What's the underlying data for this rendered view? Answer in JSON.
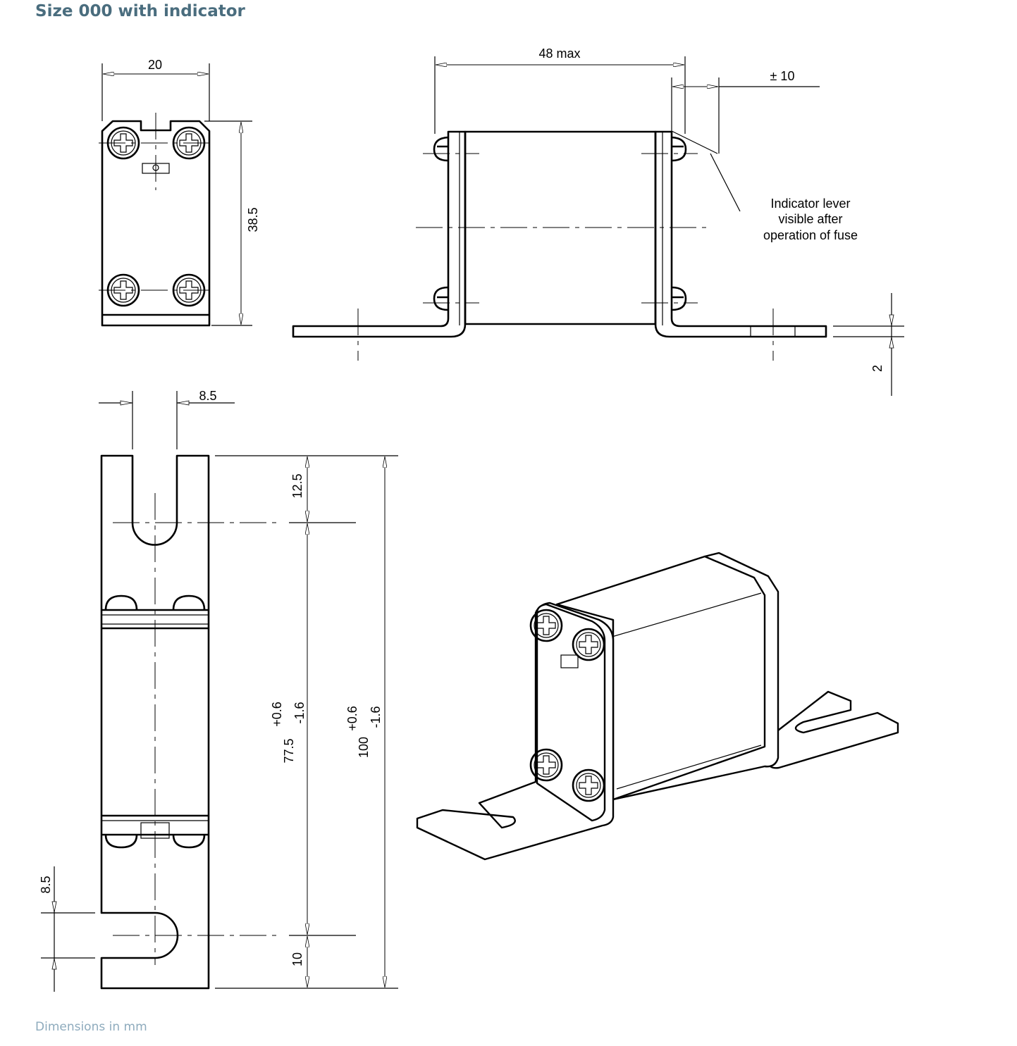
{
  "title": "Size 000 with indicator",
  "footer": "Dimensions in mm",
  "front_view": {
    "width_dim": "20",
    "height_dim": "38.5"
  },
  "side_view": {
    "length_dim": "48 max",
    "tolerance_dim": "± 10",
    "thickness_dim": "2",
    "indicator_note": [
      "Indicator lever",
      "visible after",
      "operation of fuse"
    ]
  },
  "top_view": {
    "slot_width_dim": "8.5",
    "slot_depth_top_dim": "12.5",
    "center_dist_dim": "77.5",
    "center_dist_tol_plus": "+0.6",
    "center_dist_tol_minus": "-1.6",
    "overall_dim": "100",
    "overall_tol_plus": "+0.6",
    "overall_tol_minus": "-1.6",
    "slot_depth_bottom_dim": "10",
    "slot_width_bottom_dim": "8.5"
  },
  "colors": {
    "title": "#4a6d7e",
    "footer": "#8eabbd"
  }
}
